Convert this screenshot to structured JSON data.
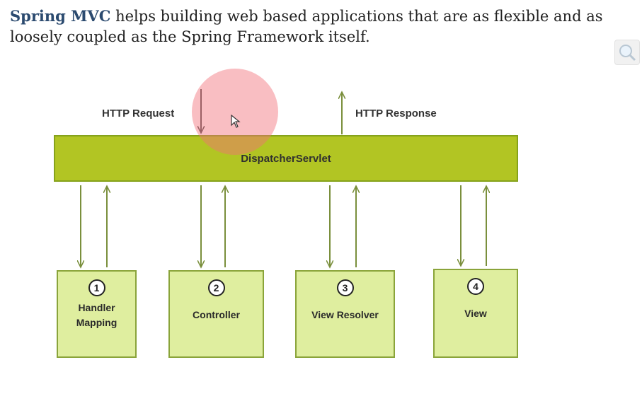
{
  "intro": {
    "brand": "Spring MVC",
    "text": " helps building web based applications that are as flexible and as loosely coupled as the Spring Framework itself."
  },
  "diagram": {
    "http_request": "HTTP Request",
    "http_response": "HTTP Response",
    "servlet": "DispatcherServlet",
    "components": [
      {
        "number": "1",
        "label": "Handler Mapping"
      },
      {
        "number": "2",
        "label": "Controller"
      },
      {
        "number": "3",
        "label": "View Resolver"
      },
      {
        "number": "4",
        "label": "View"
      }
    ]
  },
  "colors": {
    "servlet_fill": "#b2c523",
    "box_fill": "#dfee9f",
    "arrow": "#7a8f3c",
    "pointer_highlight": "#f26e78"
  },
  "icons": {
    "cursor": "mouse-pointer-icon",
    "corner": "zoom-icon"
  }
}
